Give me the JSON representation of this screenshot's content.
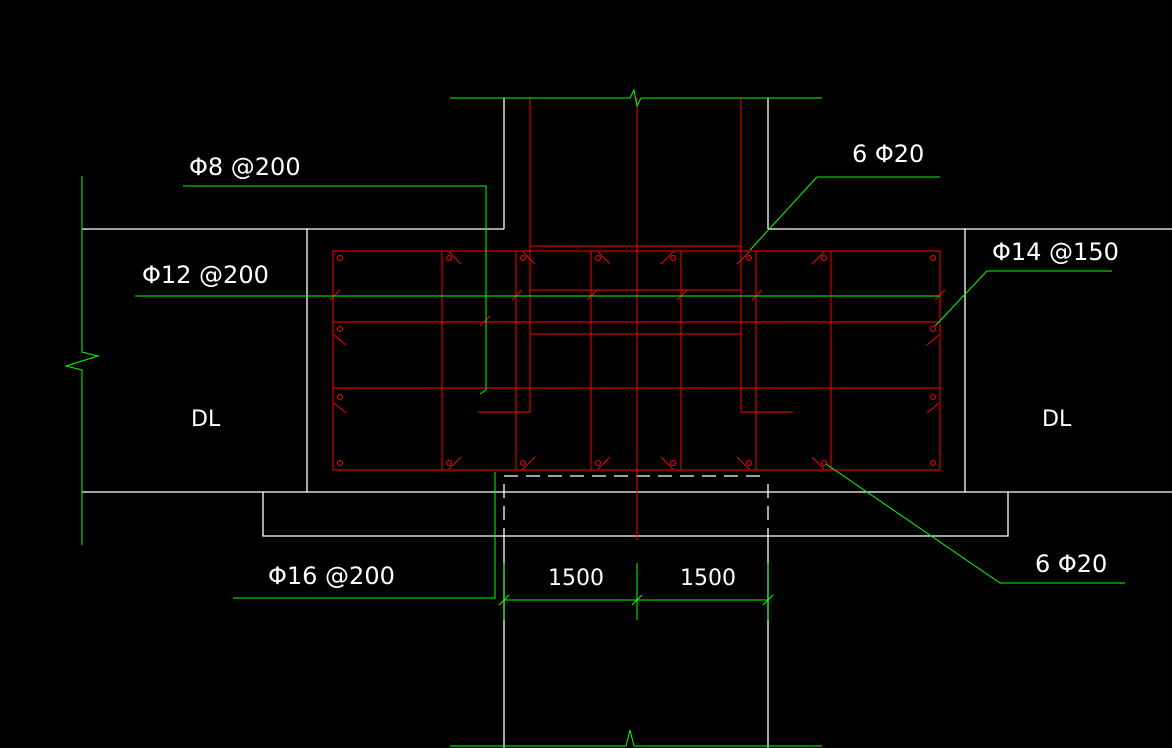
{
  "colors": {
    "background": "#000000",
    "concrete_outline": "#ffffff",
    "rebar": "#ff0000",
    "leader_and_dim": "#00ff00",
    "text": "#ffffff"
  },
  "labels": {
    "stirrup_top_left": "Φ8 @200",
    "bar_top_right": "6 Φ20",
    "bar_left_mid": "Φ12 @200",
    "bar_right_mid": "Φ14 @150",
    "beam_left": "DL",
    "beam_right": "DL",
    "bar_bottom_left": "Φ16 @200",
    "bar_bottom_right": "6 Φ20"
  },
  "dimensions": {
    "left_span": "1500",
    "right_span": "1500"
  }
}
